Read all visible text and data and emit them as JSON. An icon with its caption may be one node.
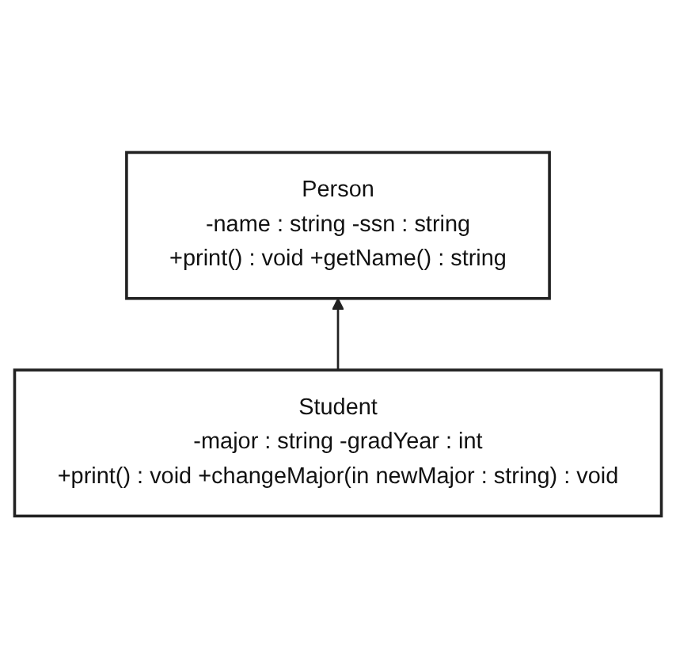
{
  "diagram": {
    "nodes": [
      {
        "text": [
          "Person",
          "-name : string -ssn : string",
          "+print() : void +getName() : string"
        ]
      },
      {
        "text": [
          "Student",
          "-major : string -gradYear : int",
          "+print() : void +changeMajor(in newMajor : string) : void"
        ]
      }
    ],
    "edges": [
      {
        "from": 1,
        "to": 0,
        "arrow": "to"
      }
    ]
  }
}
